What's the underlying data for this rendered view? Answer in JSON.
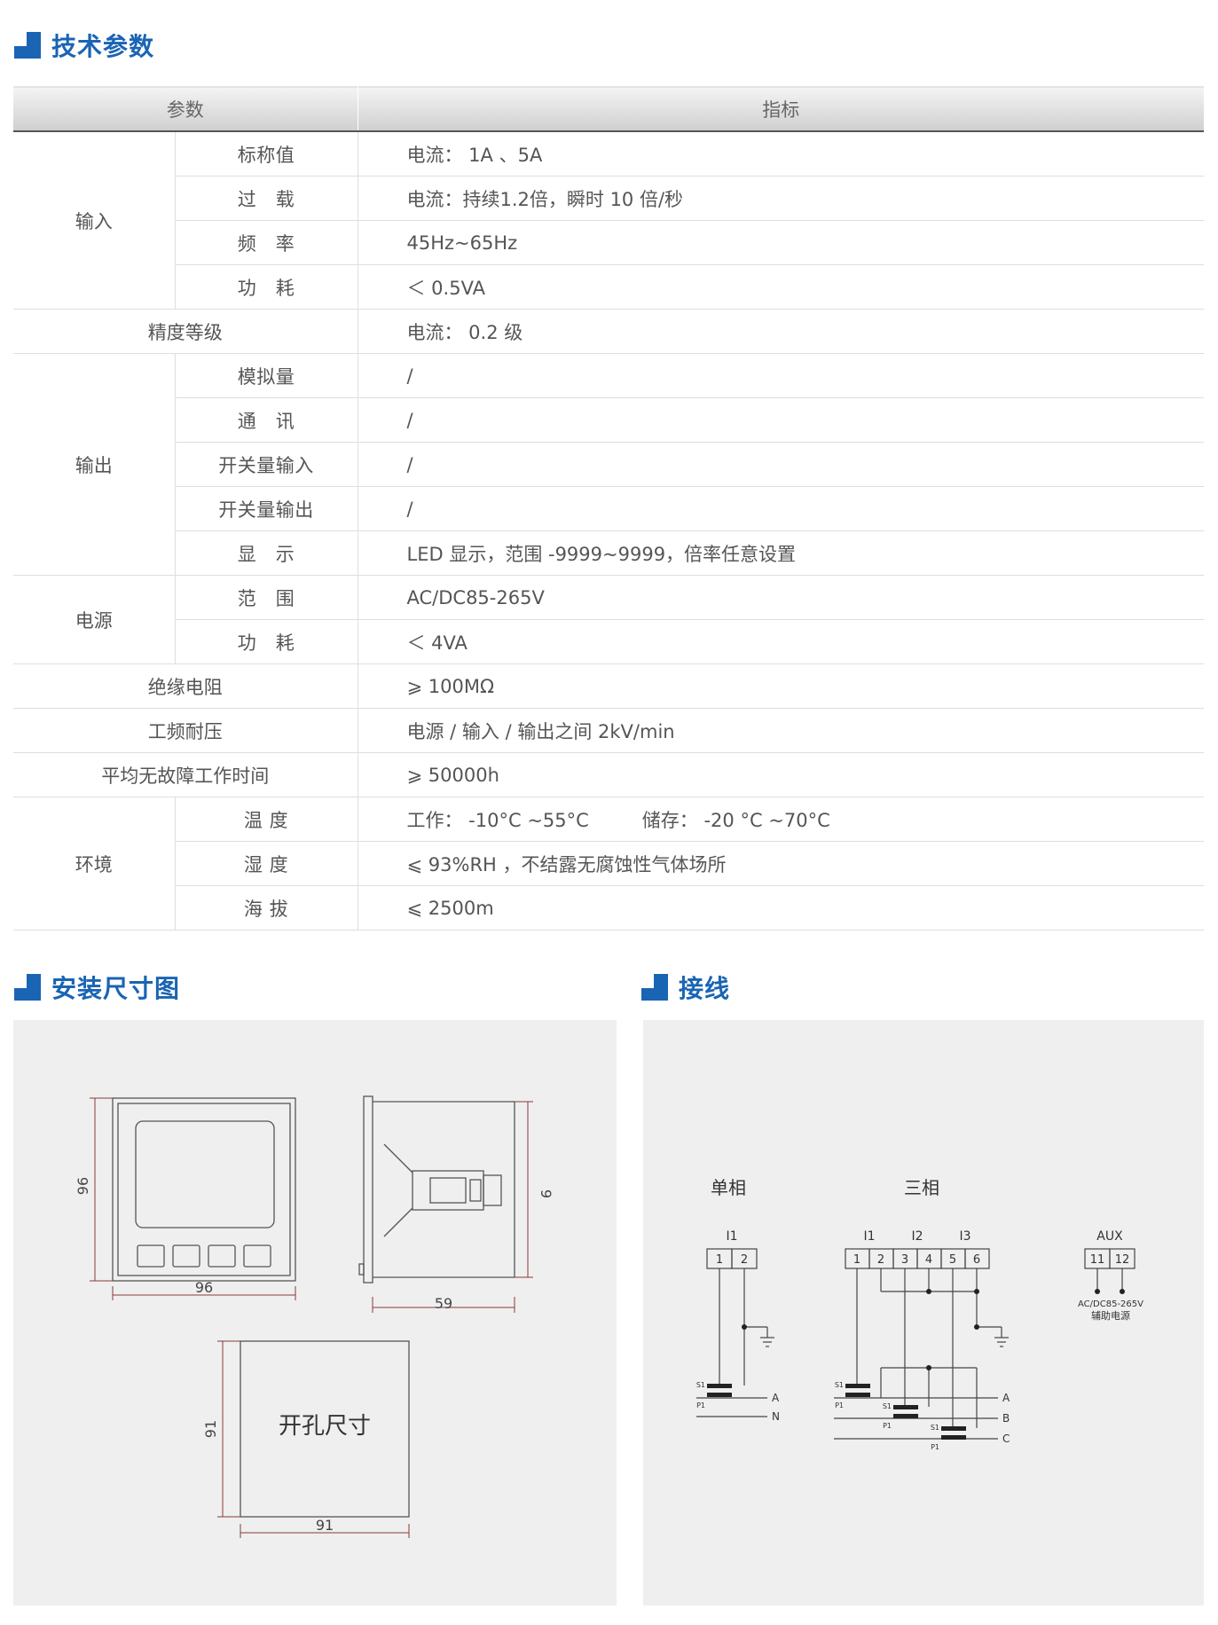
{
  "sections": {
    "tech": "技术参数",
    "mount": "安装尺寸图",
    "wiring": "接线"
  },
  "table": {
    "header_param": "参数",
    "header_spec": "指标",
    "input_group": "输入",
    "input_rows": [
      {
        "sub": "标称值",
        "value": "电流： 1A 、5A"
      },
      {
        "sub": "过　载",
        "value": "电流：持续1.2倍，瞬时 10 倍/秒"
      },
      {
        "sub": "频　率",
        "value": "45Hz~65Hz"
      },
      {
        "sub": "功　耗",
        "value": "＜ 0.5VA"
      }
    ],
    "accuracy": {
      "label": "精度等级",
      "value": "电流： 0.2 级"
    },
    "output_group": "输出",
    "output_rows": [
      {
        "sub": "模拟量",
        "value": "/"
      },
      {
        "sub": "通　讯",
        "value": "/"
      },
      {
        "sub": "开关量输入",
        "value": "/"
      },
      {
        "sub": "开关量输出",
        "value": "/"
      },
      {
        "sub": "显　示",
        "value": "LED 显示，范围 -9999~9999，倍率任意设置"
      }
    ],
    "power_group": "电源",
    "power_rows": [
      {
        "sub": "范　围",
        "value": "AC/DC85-265V"
      },
      {
        "sub": "功　耗",
        "value": "＜ 4VA"
      }
    ],
    "insulation": {
      "label": "绝缘电阻",
      "value": "⩾ 100MΩ"
    },
    "withstand": {
      "label": "工频耐压",
      "value": "电源 / 输入 / 输出之间 2kV/min"
    },
    "mtbf": {
      "label": "平均无故障工作时间",
      "value": "⩾ 50000h"
    },
    "env_group": "环境",
    "env_rows": [
      {
        "sub": "温 度",
        "value": "工作： -10°C ~55°C",
        "value2": "储存： -20 °C ~70°C"
      },
      {
        "sub": "湿 度",
        "value": "⩽ 93%RH ，不结露无腐蚀性气体场所"
      },
      {
        "sub": "海 拔",
        "value": "⩽ 2500m"
      }
    ]
  },
  "mount": {
    "front_w": "96",
    "front_h": "96",
    "side_depth": "59",
    "side_h": "9",
    "cut_w": "91",
    "cut_h": "91",
    "cut_label": "开孔尺寸"
  },
  "wiring": {
    "single": "单相",
    "three": "三相",
    "aux": "AUX",
    "aux_note1": "AC/DC85-265V",
    "aux_note2": "辅助电源",
    "i1": "I1",
    "i2": "I2",
    "i3": "I3",
    "t": [
      "1",
      "2",
      "3",
      "4",
      "5",
      "6"
    ],
    "aux_t": [
      "11",
      "12"
    ],
    "s1": "S1",
    "p1": "P1",
    "a": "A",
    "b": "B",
    "c": "C",
    "n": "N"
  },
  "colors": {
    "accent": "#1a64b4",
    "panel": "#efefef",
    "dim": "#8b3a3a"
  }
}
